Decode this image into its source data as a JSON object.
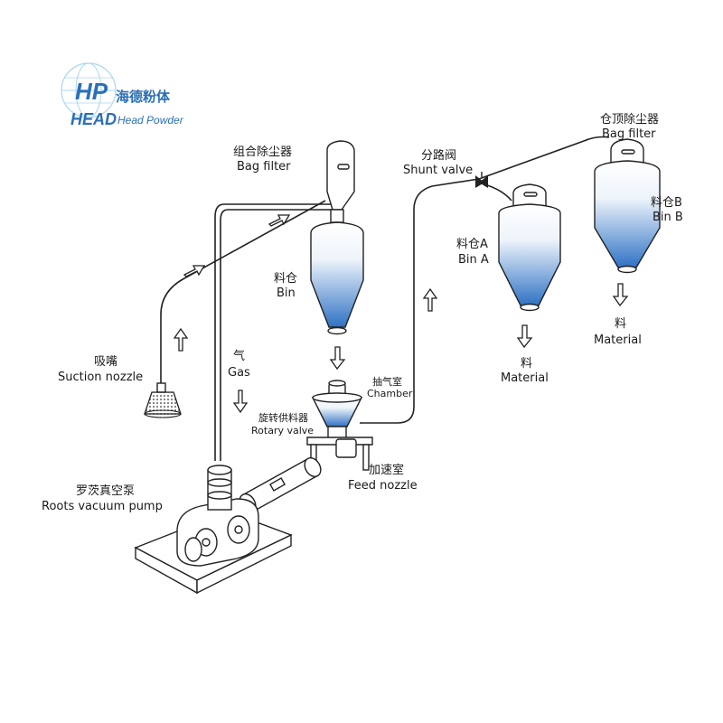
{
  "brand": {
    "logo_mark": "HP",
    "name_cn": "海德粉体",
    "name_en_big": "HEAD",
    "name_en": "Head Powder"
  },
  "labels": {
    "bag_filter_left_cn": "组合除尘器",
    "bag_filter_left_en": "Bag filter",
    "bin_cn": "料仓",
    "bin_en": "Bin",
    "suction_nozzle_cn": "吸嘴",
    "suction_nozzle_en": "Suction nozzle",
    "gas_cn": "气",
    "gas_en": "Gas",
    "rotary_valve_cn": "旋转供料器",
    "rotary_valve_en": "Rotary valve",
    "chamber_cn": "抽气室",
    "chamber_en": "Chamber",
    "feed_nozzle_cn": "加速室",
    "feed_nozzle_en": "Feed nozzle",
    "roots_pump_cn": "罗茨真空泵",
    "roots_pump_en": "Roots vacuum pump",
    "shunt_valve_cn": "分路阀",
    "shunt_valve_en": "Shunt valve",
    "bin_a_cn": "料仓A",
    "bin_a_en": "Bin A",
    "material_a_cn": "料",
    "material_a_en": "Material",
    "bag_filter_right_cn": "仓顶除尘器",
    "bag_filter_right_en": "Bag filter",
    "bin_b_cn": "料仓B",
    "bin_b_en": "Bin B",
    "material_b_cn": "料",
    "material_b_en": "Material"
  },
  "colors": {
    "line": "#222222",
    "bin_fill_top": "#ffffff",
    "bin_fill_bottom": "#2f72c4",
    "logo": "#2b6fb8"
  }
}
